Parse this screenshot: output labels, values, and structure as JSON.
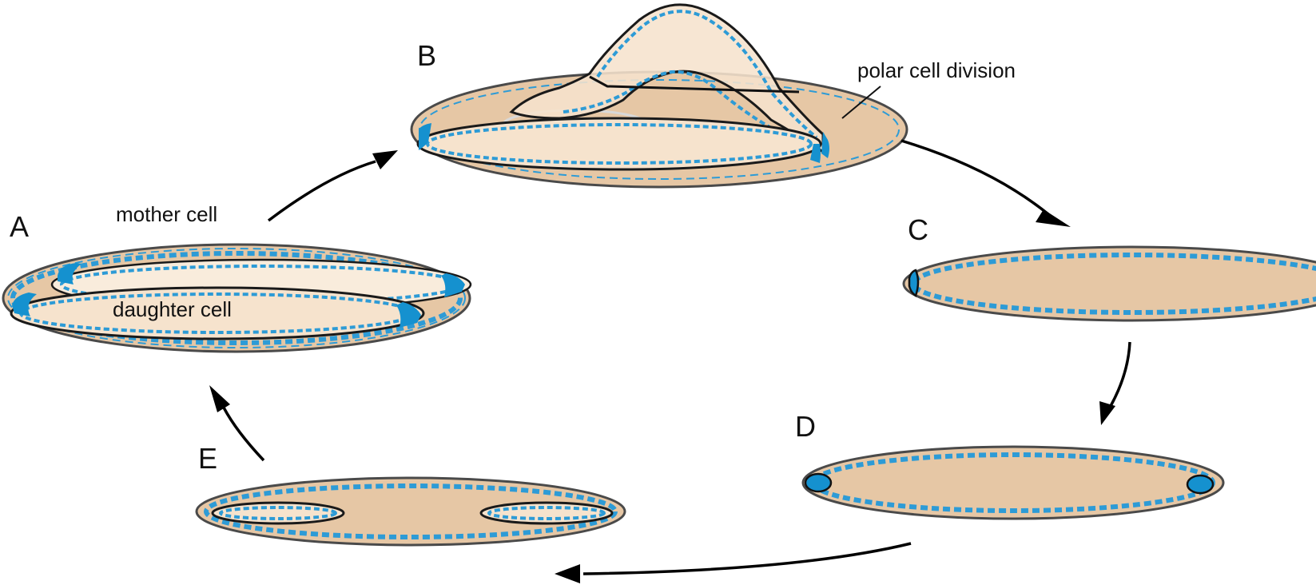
{
  "labels": {
    "stage_a": "A",
    "stage_b": "B",
    "stage_c": "C",
    "stage_d": "D",
    "stage_e": "E",
    "mother_cell": "mother cell",
    "daughter_cell": "daughter cell",
    "polar_cell_division": "polar cell division"
  },
  "colors": {
    "cytoplasm": "#e6c7a5",
    "daughter_cytoplasm": "#f6e3cd",
    "cell_wall_dashes": "#2d9bd6",
    "polar_region": "#1591cf",
    "outline": "#4a4a4a",
    "arrows": "#000000"
  }
}
